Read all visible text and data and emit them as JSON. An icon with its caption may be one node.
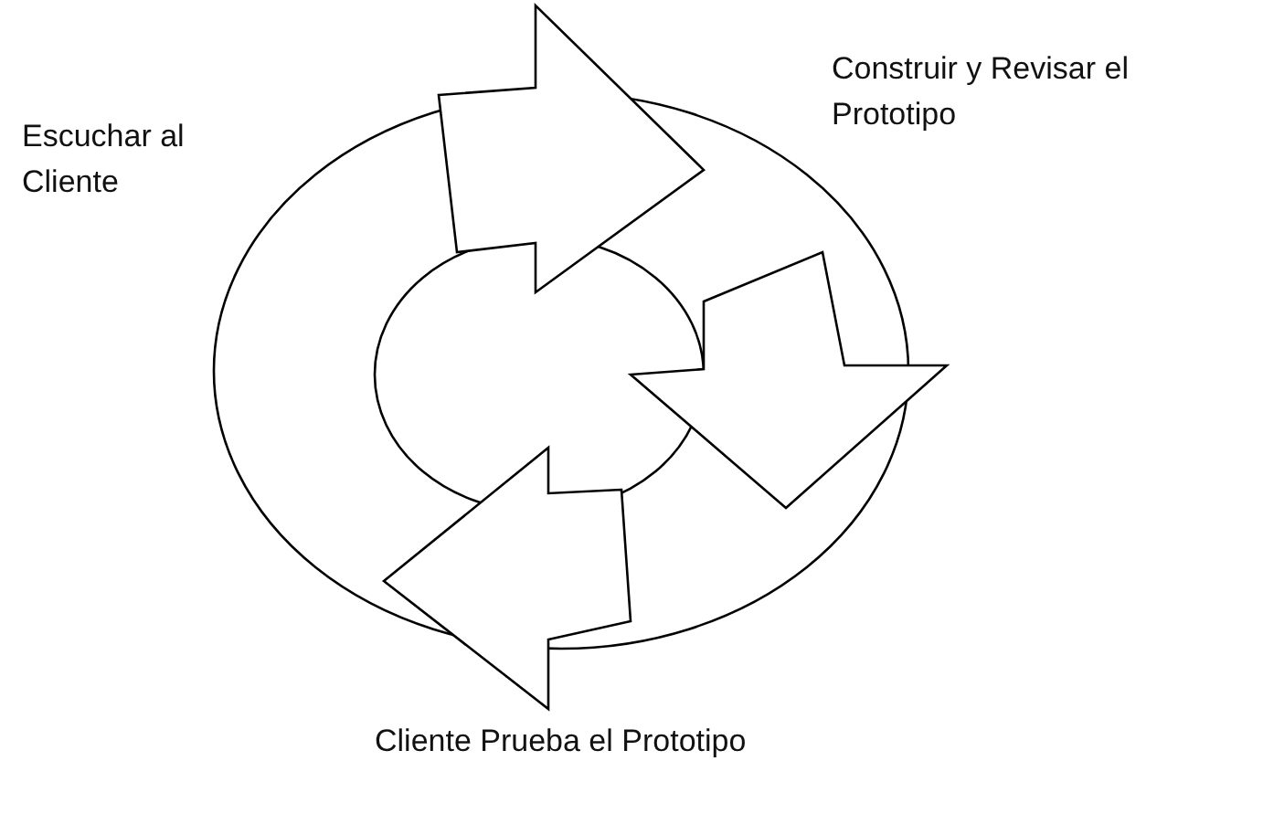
{
  "diagram": {
    "labels": [
      "Escuchar al Cliente",
      "Construir y Revisar el Prototipo",
      "Cliente Prueba el Prototipo"
    ]
  }
}
